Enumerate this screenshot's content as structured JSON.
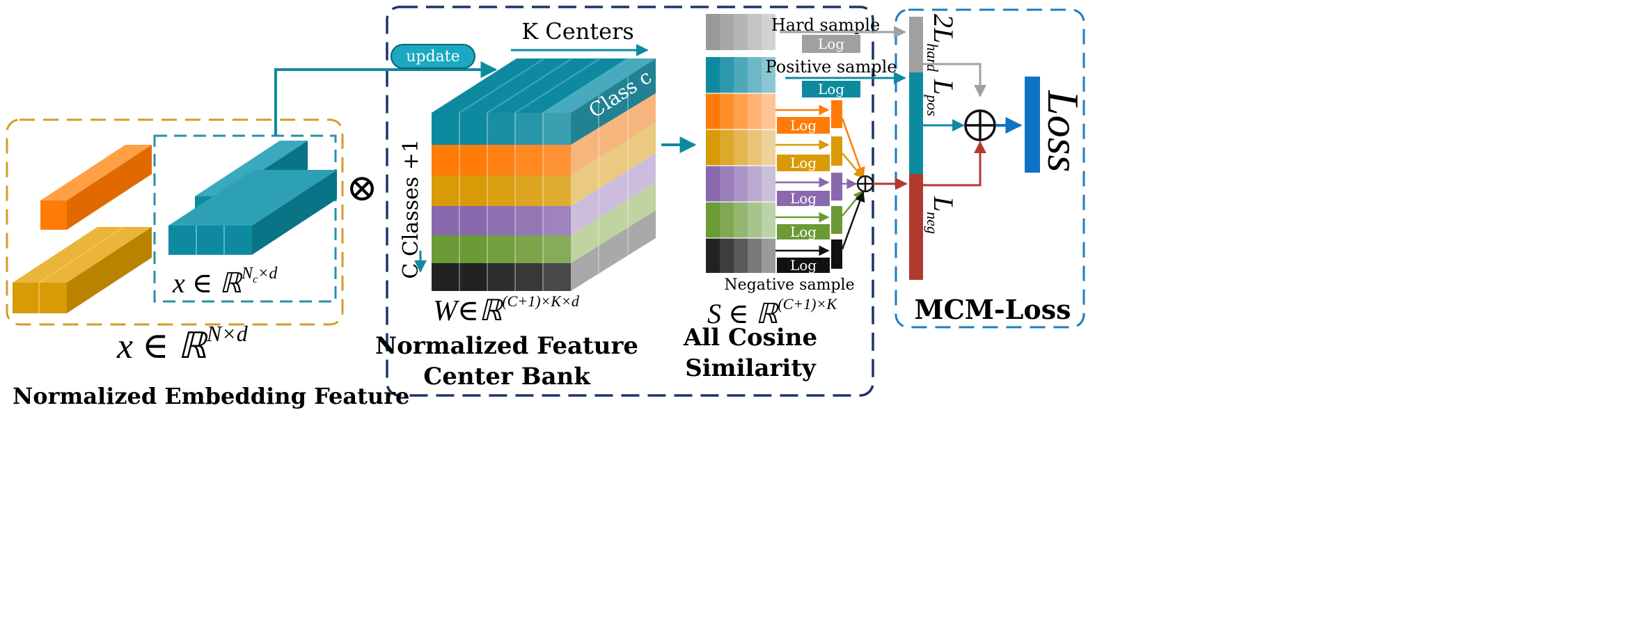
{
  "embedding": {
    "title": "Normalized Embedding Feature",
    "outer_formula": "x ∈ ℝ",
    "outer_sup": "N×d",
    "inner_formula": "x ∈ ℝ",
    "inner_sup_base": "N",
    "inner_sup_sub": "c",
    "inner_sup_tail": "×d"
  },
  "operators": {
    "otimes": "⊗",
    "oplus": "⊕"
  },
  "update_label": "update",
  "center_bank": {
    "title_line1": "Normalized Feature",
    "title_line2": "Center Bank",
    "k_centers": "K Centers",
    "c_classes": "C Classes +1",
    "class_c": "Class c",
    "formula": "W∈ℝ",
    "formula_sup": "(C+1)×K×d"
  },
  "similarity": {
    "title_line1": "All Cosine",
    "title_line2": "Similarity",
    "formula": "S ∈ ℝ",
    "formula_sup": "(C+1)×K",
    "hard_sample": "Hard sample",
    "positive_sample": "Positive sample",
    "negative_sample": "Negative sample",
    "log": "Log"
  },
  "mcm": {
    "title": "MCM-Loss",
    "l_hard_coef": "2",
    "l_hard_base": "L",
    "l_hard_sub": "hard",
    "l_pos_base": "L",
    "l_pos_sub": "pos",
    "l_neg_base": "L",
    "l_neg_sub": "neg",
    "loss": "Loss"
  },
  "colors": {
    "teal": "#0e8aa0",
    "orange": "#ff7b08",
    "gold": "#d89a06",
    "purple": "#8a68ae",
    "green": "#6c9a37",
    "black": "#222222",
    "gray": "#a0a0a0",
    "red": "#b03a2e",
    "blue": "#0f72c4",
    "navy_dash": "#1c3468",
    "gold_dash": "#d39c27",
    "teal_dash": "#2a8fa6",
    "blue_dash": "#1a7cc4"
  }
}
